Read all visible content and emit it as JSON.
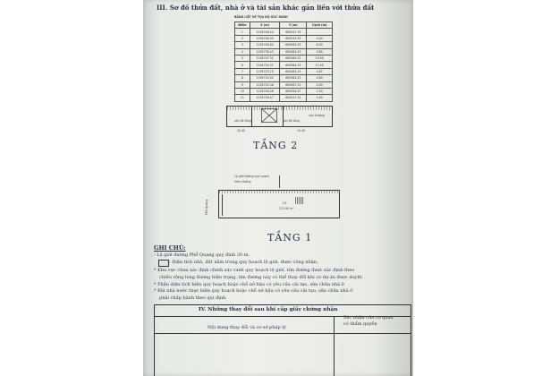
{
  "section3": {
    "heading": "III. Sơ đồ thửa đất, nhà ở và tài sản khác gắn liền với thửa đất",
    "table_title": "BẢNG LIỆT KÊ TỌA ĐỘ GÓC RANH",
    "table_headers": [
      "Điểm",
      "X (m)",
      "Y (m)",
      "Cạnh (m)"
    ],
    "table_rows": [
      [
        "1",
        "1195746.44",
        "600547.33",
        ""
      ],
      [
        "2",
        "1195746.95",
        "600543.33",
        "4.00"
      ],
      [
        "3",
        "1195746.84",
        "600569.23",
        "6.00"
      ],
      [
        "4",
        "1195736.43",
        "600584.23",
        "3.60"
      ],
      [
        "5",
        "1195747.31",
        "600569.23",
        "10.90"
      ],
      [
        "6",
        "1195730.31",
        "600584.23",
        "12.95"
      ],
      [
        "7",
        "1195723.15",
        "600584.23",
        "4.87"
      ],
      [
        "8",
        "1195724.92",
        "600584.23",
        "4.80"
      ],
      [
        "9",
        "1195742.06",
        "600567.23",
        "4.00"
      ],
      [
        "10",
        "1195746.46",
        "600556.47",
        "2.50"
      ],
      [
        "11",
        "1195746.47",
        "600547.25",
        "4.50"
      ]
    ]
  },
  "plan2": {
    "title": "TẦNG 2",
    "labels": [
      "sàn bê tông",
      "sàn bê tông",
      "sân thượng"
    ],
    "dims": [
      "20.40",
      "14.40"
    ]
  },
  "plan1": {
    "title": "TẦNG 1",
    "labels": [
      "Lộ giới đường quy hoạch",
      "Hẻm đường",
      "CS",
      "271.90 m²"
    ],
    "road": "Phố Quang"
  },
  "notes": {
    "heading": "GHI CHÚ:",
    "lines": [
      "- Lộ giới đường Phổ Quang quy định 20 m.",
      ": Diện tích nhà, đất nằm trong quy hoạch lộ giới, được công nhận.",
      "* Khu vực chưa xác định chính xác ranh quy hoạch lộ giới, tim đường được xác định theo",
      "chiều rộng lòng đường hiện trạng, tim đường này có thể thay đổi khi có dự án được duyệt.",
      "* Phần diện tích hiện quy hoạch hoặc chỗ nở hậu có yêu cầu cải tạo, sửa chữa nhà ở",
      "* Khi nhà nước thực hiện quy hoạch hoặc chỗ nở hậu có yêu cầu cải tạo, sửa chữa nhà ở",
      "phải chấp hành theo qui định."
    ]
  },
  "section4": {
    "title": "IV. Những thay đổi sau khi cấp giấy chứng nhận",
    "col1": "Nội dung thay đổi và cơ sở pháp lý",
    "col2_lines": [
      "Xác nhận của cơ quan",
      "có thẩm quyền",
      ""
    ]
  }
}
